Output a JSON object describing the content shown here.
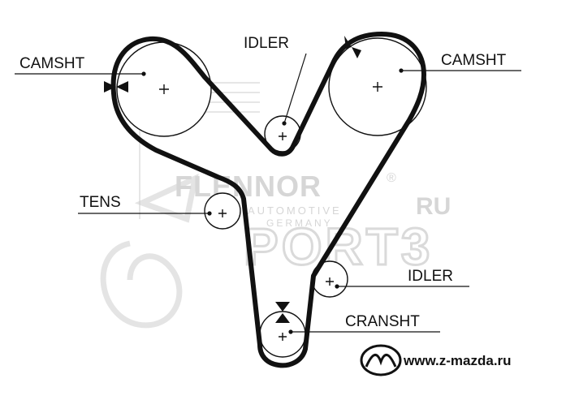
{
  "labels": {
    "camshaft_left": "CAMSHT",
    "camshaft_right": "CAMSHT",
    "idler_top": "IDLER",
    "tensioner": "TENS",
    "idler_bottom": "IDLER",
    "crankshaft": "CRANSHT"
  },
  "watermark": {
    "brand": "FLENNOR",
    "registered": "®",
    "sub_line1": "AUTOMOTIVE",
    "sub_line2": "GERMANY",
    "ports": "PORT3",
    "ru": "RU"
  },
  "website": "www.z-mazda.ru",
  "icons": {
    "logo": "mazda-logo-icon",
    "timing_mark": "timing-mark-icon"
  },
  "colors": {
    "belt": "#111111",
    "watermark": "#dcdcdc"
  }
}
